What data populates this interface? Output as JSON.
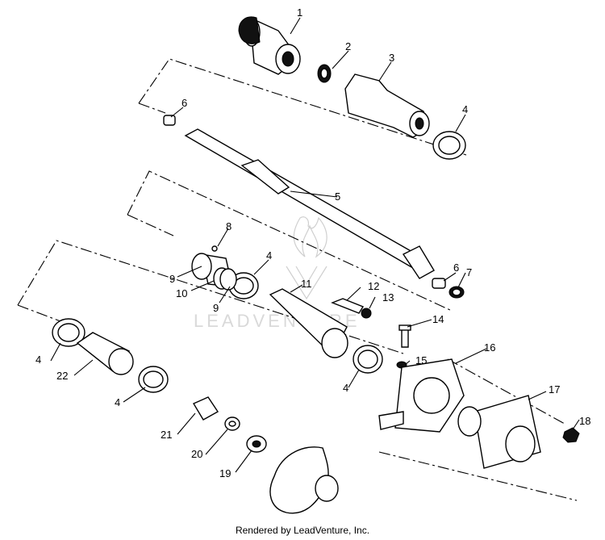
{
  "callouts": [
    "1",
    "2",
    "3",
    "4",
    "4",
    "4",
    "4",
    "4",
    "5",
    "6",
    "6",
    "7",
    "8",
    "9",
    "9",
    "10",
    "11",
    "12",
    "13",
    "14",
    "15",
    "16",
    "17",
    "18",
    "19",
    "20",
    "21",
    "22"
  ],
  "watermark": {
    "text": "LEADVENTURE"
  },
  "footer": {
    "credit": "Rendered by LeadVenture, Inc."
  }
}
